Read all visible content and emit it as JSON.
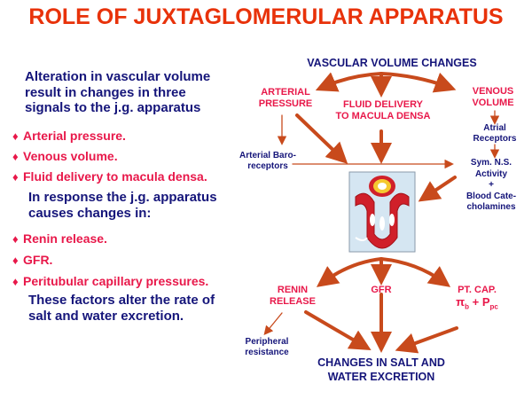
{
  "title": "ROLE OF JUXTAGLOMERULAR APPARATUS",
  "left": {
    "intro": [
      "Alteration in vascular volume",
      "result in changes in three",
      "signals to the j.g. apparatus"
    ],
    "signals": [
      "Arterial pressure.",
      "Venous volume.",
      "Fluid delivery to macula densa."
    ],
    "response": [
      "In response the j.g. apparatus",
      "causes changes in:"
    ],
    "changes": [
      "Renin release.",
      "GFR.",
      "Peritubular capillary pressures."
    ],
    "conclusion": [
      "These factors alter the rate of",
      "salt and water excretion."
    ]
  },
  "diagram": {
    "top": "VASCULAR VOLUME CHANGES",
    "arterial": [
      "ARTERIAL",
      "PRESSURE"
    ],
    "fluid": [
      "FLUID DELIVERY",
      "TO MACULA DENSA"
    ],
    "venous": [
      "VENOUS",
      "VOLUME"
    ],
    "baro": [
      "Arterial Baro-",
      "receptors"
    ],
    "atrial": [
      "Atrial",
      "Receptors"
    ],
    "sym": [
      "Sym. N.S.",
      "Activity",
      "+",
      "Blood Cate-",
      "cholamines"
    ],
    "renin": [
      "RENIN",
      "RELEASE"
    ],
    "gfr": "GFR",
    "ptcap": "PT. CAP.",
    "pi": "π",
    "pi_sub": "b",
    "plus": " + ",
    "p": "P",
    "p_sub": "pc",
    "peripheral": [
      "Peripheral",
      "resistance"
    ],
    "bottom": [
      "CHANGES IN SALT AND",
      "WATER EXCRETION"
    ]
  },
  "colors": {
    "title": "#e8320a",
    "navy": "#15157a",
    "red": "#e8184a",
    "arrow": "#c84a1c"
  }
}
